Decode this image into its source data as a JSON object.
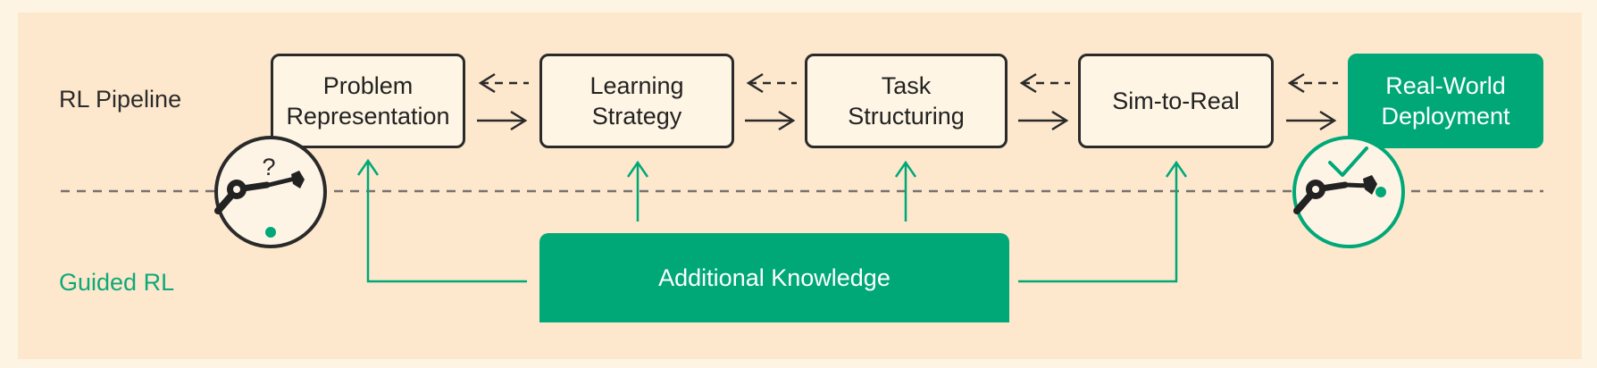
{
  "rows": {
    "pipeline_label": "RL Pipeline",
    "guided_label": "Guided RL"
  },
  "stages": [
    {
      "label": "Problem\nRepresentation"
    },
    {
      "label": "Learning\nStrategy"
    },
    {
      "label": "Task\nStructuring"
    },
    {
      "label": "Sim-to-Real"
    },
    {
      "label": "Real-World\nDeployment"
    }
  ],
  "knowledge": {
    "label": "Additional Knowledge"
  },
  "icons": {
    "start_robot": "robot-arm-question-icon",
    "end_robot": "robot-arm-check-icon",
    "question_mark": "?"
  },
  "colors": {
    "accent": "#00a878",
    "background": "#fde8cd",
    "outline": "#2a2a2a"
  }
}
